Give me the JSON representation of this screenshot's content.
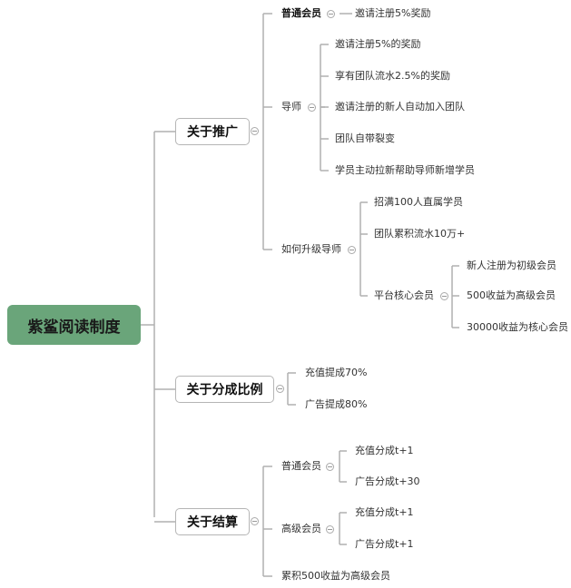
{
  "root": {
    "label": "紫鲨阅读制度",
    "color": "#6aa57a"
  },
  "branches": [
    {
      "label": "关于推广",
      "children": [
        {
          "label": "普通会员",
          "children": [
            {
              "label": "邀请注册5%奖励"
            }
          ]
        },
        {
          "label": "导师",
          "children": [
            {
              "label": "邀请注册5%的奖励"
            },
            {
              "label": "享有团队流水2.5%的奖励"
            },
            {
              "label": "邀请注册的新人自动加入团队"
            },
            {
              "label": "团队自带裂变"
            },
            {
              "label": "学员主动拉新帮助导师新增学员"
            }
          ]
        },
        {
          "label": "如何升级导师",
          "children": [
            {
              "label": "招满100人直属学员"
            },
            {
              "label": "团队累积流水10万+"
            },
            {
              "label": "平台核心会员",
              "children": [
                {
                  "label": "新人注册为初级会员"
                },
                {
                  "label": "500收益为高级会员"
                },
                {
                  "label": "30000收益为核心会员"
                }
              ]
            }
          ]
        }
      ]
    },
    {
      "label": "关于分成比例",
      "children": [
        {
          "label": "充值提成70%"
        },
        {
          "label": "广告提成80%"
        }
      ]
    },
    {
      "label": "关于结算",
      "children": [
        {
          "label": "普通会员",
          "children": [
            {
              "label": "充值分成t+1"
            },
            {
              "label": "广告分成t+30"
            }
          ]
        },
        {
          "label": "高级会员",
          "children": [
            {
              "label": "充值分成t+1"
            },
            {
              "label": "广告分成t+1"
            }
          ]
        },
        {
          "label": "累积500收益为高级会员"
        }
      ]
    }
  ]
}
